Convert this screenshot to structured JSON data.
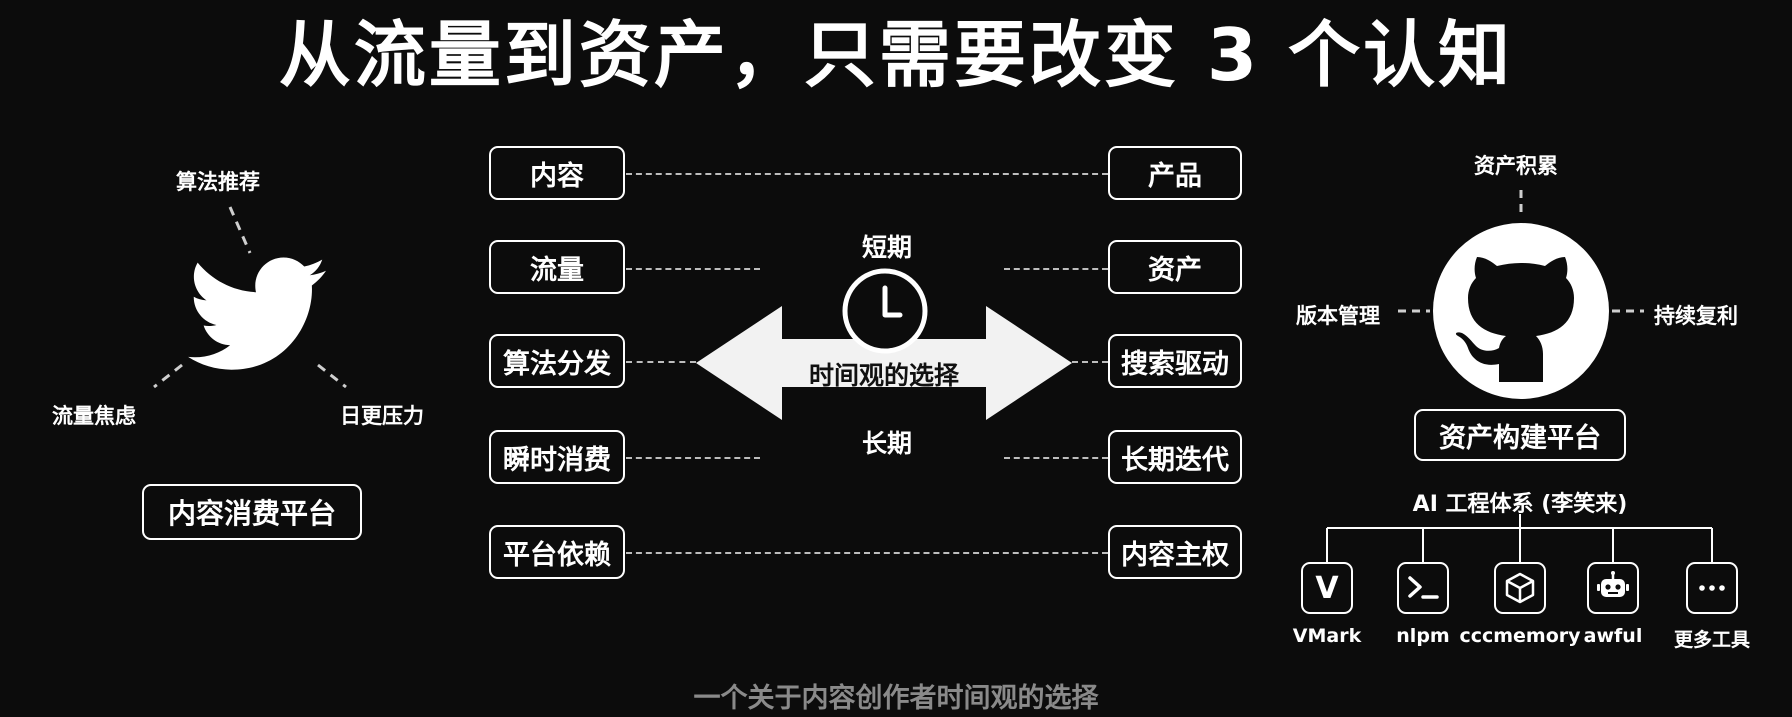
{
  "title": "从流量到资产，只需要改变 3 个认知",
  "subtitle": "一个关于内容创作者时间观的选择",
  "left_platform": {
    "labels": {
      "top": "算法推荐",
      "left": "流量焦虑",
      "right": "日更压力"
    },
    "name": "内容消费平台"
  },
  "center": {
    "short_label": "短期",
    "long_label": "长期",
    "arrow_label": "时间观的选择",
    "left_items": [
      "内容",
      "流量",
      "算法分发",
      "瞬时消费",
      "平台依赖"
    ],
    "right_items": [
      "产品",
      "资产",
      "搜索驱动",
      "长期迭代",
      "内容主权"
    ]
  },
  "right_platform": {
    "labels": {
      "top": "资产积累",
      "left": "版本管理",
      "right": "持续复利"
    },
    "name": "资产构建平台",
    "system_title": "AI 工程体系 (李笑来)",
    "tools": [
      {
        "name": "VMark",
        "icon": "letter-v-icon",
        "glyph": "V"
      },
      {
        "name": "nlpm",
        "icon": "terminal-icon"
      },
      {
        "name": "cccmemory",
        "icon": "cube-icon"
      },
      {
        "name": "awful",
        "icon": "robot-icon"
      },
      {
        "name": "更多工具",
        "icon": "more-dots-icon"
      }
    ]
  }
}
